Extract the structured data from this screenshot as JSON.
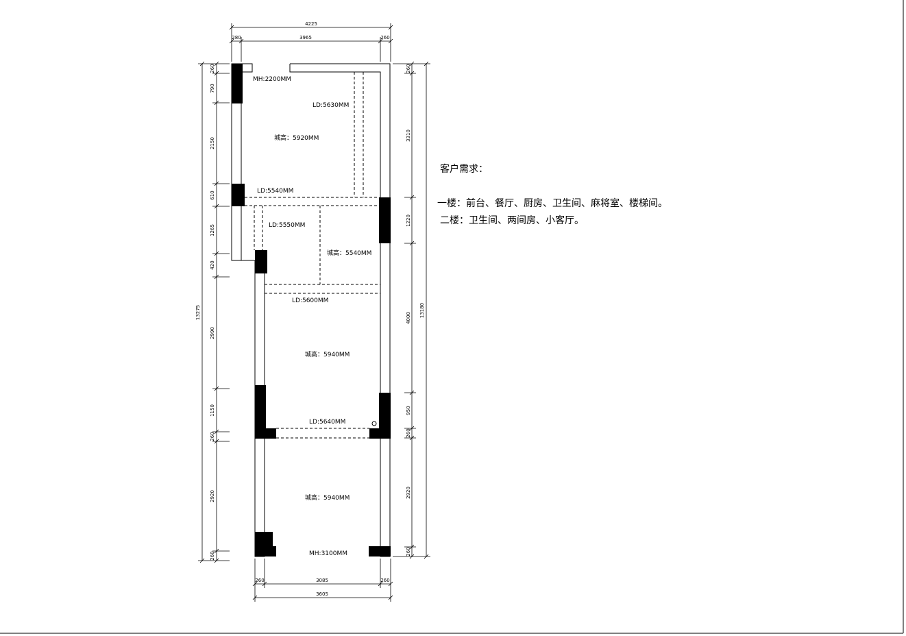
{
  "plan": {
    "room_labels": {
      "mh_top": "MH:2200MM",
      "ld1": "LD:5630MM",
      "height1": "城高：5920MM",
      "ld2": "LD:5540MM",
      "ld3": "LD:5550MM",
      "height2": "城高：5540MM",
      "ld4": "LD:5600MM",
      "height3": "城高：5940MM",
      "ld5": "LD:5640MM",
      "height4": "城高：5940MM",
      "mh_bottom": "MH:3100MM"
    },
    "dims_top": {
      "total": "4225",
      "left": "280",
      "middle": "3965",
      "right": "260"
    },
    "dims_bottom": {
      "left": "260",
      "middle": "3085",
      "right": "260",
      "total": "3605"
    },
    "dims_left": {
      "total": "13275",
      "segments": [
        "260",
        "790",
        "2150",
        "610",
        "1265",
        "420",
        "2990",
        "1150",
        "260",
        "2920",
        "260"
      ]
    },
    "dims_right": {
      "total": "13180",
      "segments": [
        "260",
        "3310",
        "1220",
        "4000",
        "950",
        "260",
        "2920",
        "260"
      ]
    }
  },
  "notes": {
    "title": "客户需求：",
    "line1": "一楼：前台、餐厅、厨房、卫生间、麻将室、楼梯间。",
    "line2": "二楼：卫生间、两间房、小客厅。"
  }
}
